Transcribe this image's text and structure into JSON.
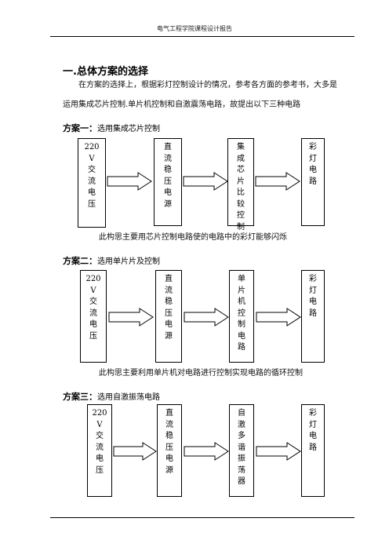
{
  "header": {
    "text": "电气工程学院课程设计报告"
  },
  "section": {
    "title": "一.总体方案的选择"
  },
  "intro": {
    "line1": "在方案的选择上，根据彩灯控制设计的情况，参考各方面的参考书，大多是",
    "line2": "运用集成芯片控制.单片机控制和自激震荡电路，故提出以下三种电路"
  },
  "plans": [
    {
      "label": "方案一：",
      "desc": "选用集成芯片控制",
      "boxes": [
        [
          "220",
          "V",
          "交",
          "流",
          "电",
          "压"
        ],
        [
          "直",
          "流",
          "稳",
          "压",
          "电",
          "源"
        ],
        [
          "集",
          "成",
          "芯",
          "片",
          "比",
          "较",
          "控",
          "制"
        ],
        [
          "彩",
          "灯",
          "电",
          "路"
        ]
      ],
      "caption": "此构思主要用芯片控制电路使的电路中的彩灯能够闪烁"
    },
    {
      "label": "方案二：",
      "desc": "选用单片片及控制",
      "boxes": [
        [
          "220",
          "V",
          "交",
          "流",
          "电",
          "压"
        ],
        [
          "直",
          "流",
          "稳",
          "压",
          "电",
          "源"
        ],
        [
          "单",
          "片",
          "机",
          "控",
          "制",
          "电",
          "路"
        ],
        [
          "彩",
          "灯",
          "电",
          "路"
        ]
      ],
      "caption": "此构思主要利用单片机对电路进行控制实现电路的循环控制"
    },
    {
      "label": "方案三：",
      "desc": "选用自激振荡电路",
      "boxes": [
        [
          "220",
          "V",
          "交",
          "流",
          "电",
          "压"
        ],
        [
          "直",
          "流",
          "稳",
          "压",
          "电",
          "源"
        ],
        [
          "自",
          "激",
          "多",
          "谐",
          "振",
          "荡",
          "器"
        ],
        [
          "彩",
          "灯",
          "电",
          "路"
        ]
      ]
    }
  ]
}
